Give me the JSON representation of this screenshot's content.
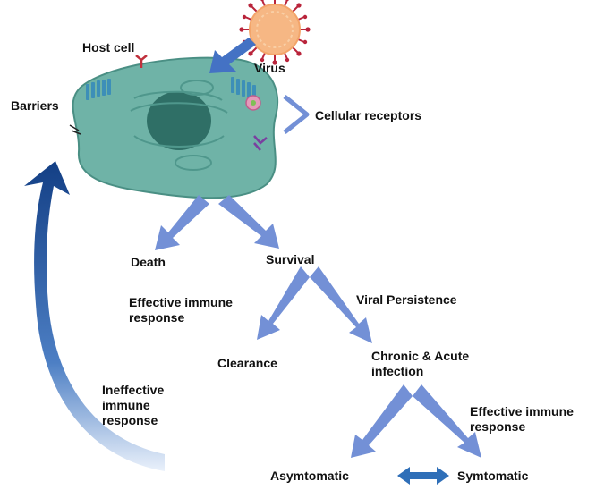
{
  "labels": {
    "host_cell": "Host cell",
    "virus": "Virus",
    "barriers": "Barriers",
    "cellular_receptors": "Cellular receptors",
    "death": "Death",
    "survival": "Survival",
    "effective_immune_response_1": [
      "Effective immune",
      "response"
    ],
    "viral_persistence": "Viral Persistence",
    "clearance": "Clearance",
    "chronic_acute": [
      "Chronic & Acute",
      "infection"
    ],
    "ineffective_immune_response": [
      "Ineffective",
      "immune",
      "response"
    ],
    "effective_immune_response_2": [
      "Effective immune",
      "response"
    ],
    "asymptomatic": "Asymtomatic",
    "symptomatic": "Symtomatic"
  },
  "colors": {
    "arrow_light": "#7390d6",
    "arrow_dark": "#1b4f97",
    "cell_fill": "#6fb3a7",
    "nucleus": "#2f6f66",
    "virus_body": "#f6b784",
    "virus_spike": "#b9243b",
    "receptor": "#3d8fb8"
  }
}
